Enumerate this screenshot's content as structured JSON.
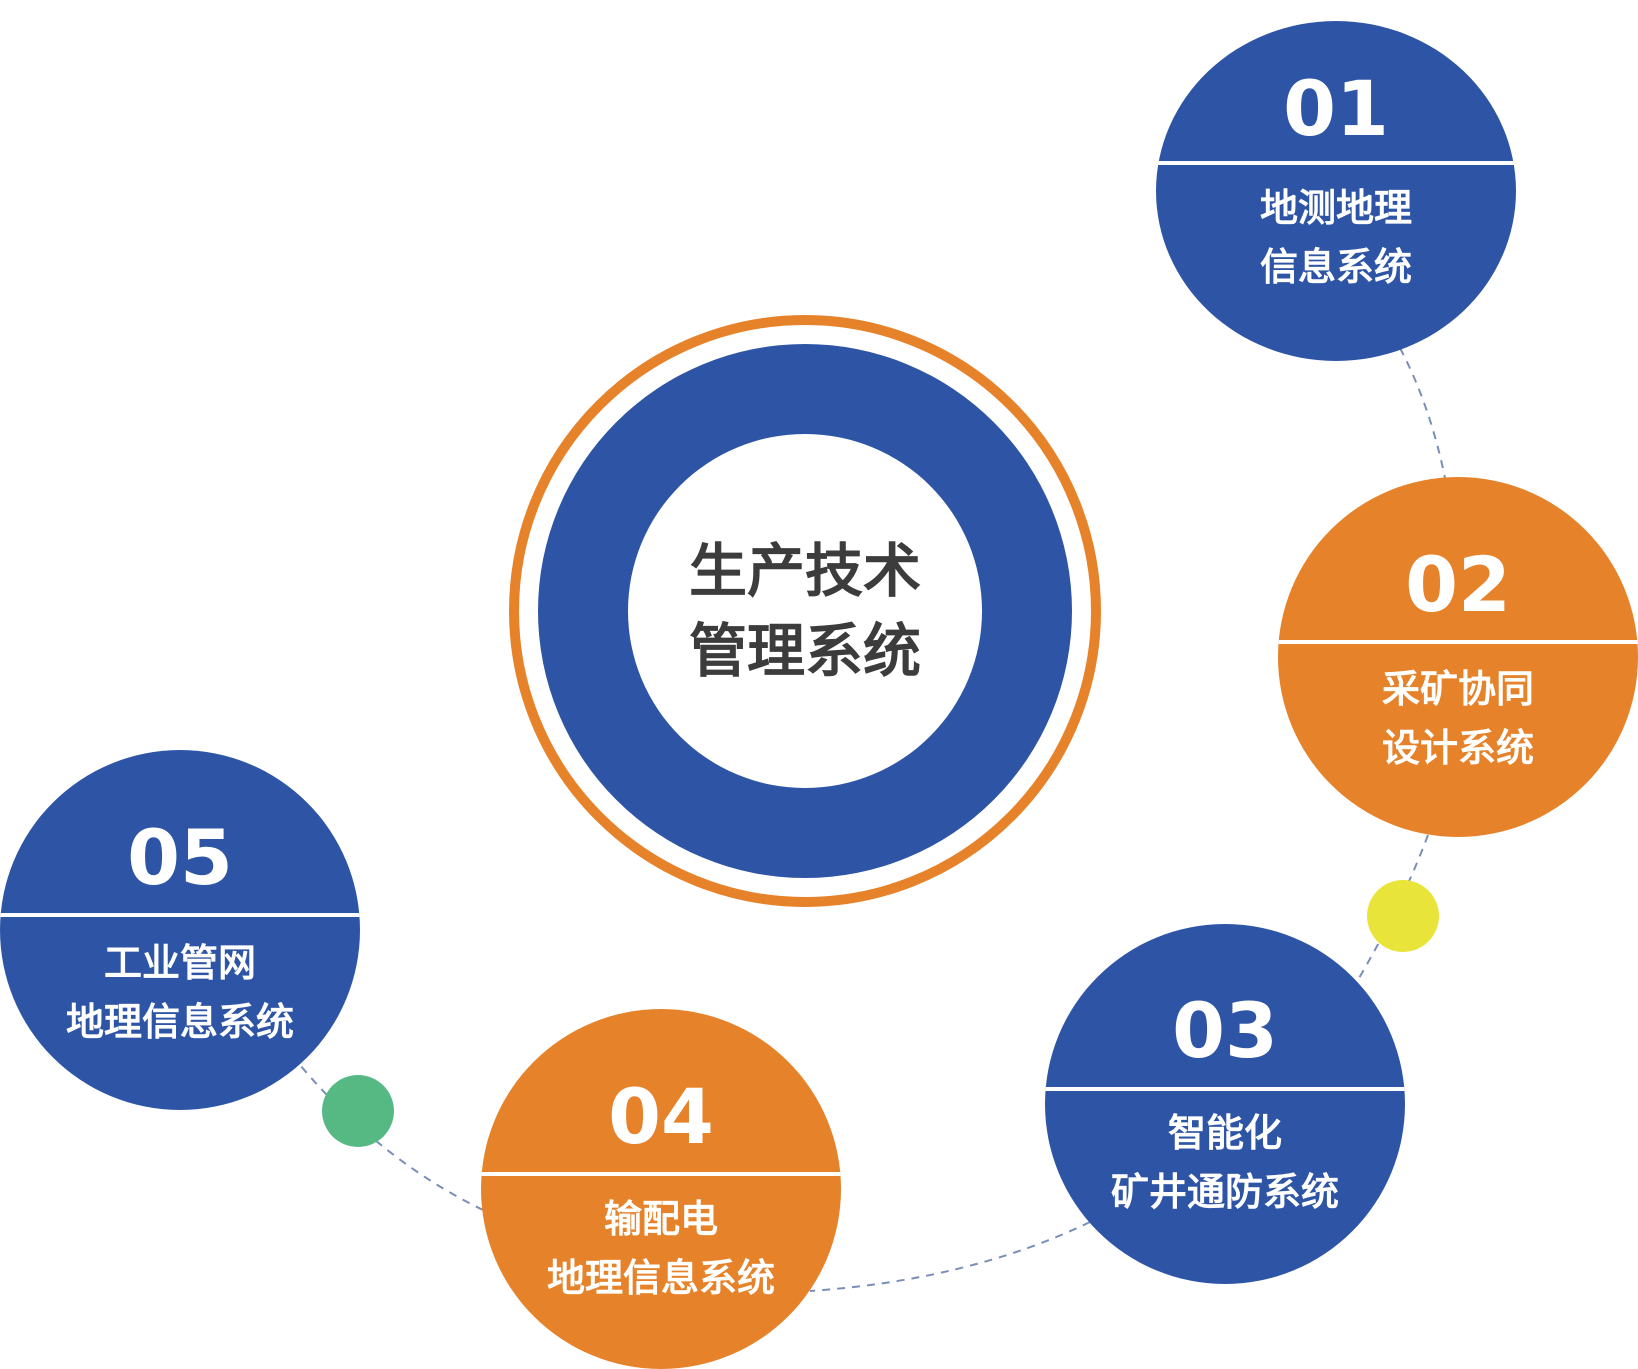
{
  "center": {
    "line1": "生产技术",
    "line2": "管理系统"
  },
  "nodes": [
    {
      "number": "01",
      "line1": "地测地理",
      "line2": "信息系统"
    },
    {
      "number": "02",
      "line1": "采矿协同",
      "line2": "设计系统"
    },
    {
      "number": "03",
      "line1": "智能化",
      "line2": "矿井通防系统"
    },
    {
      "number": "04",
      "line1": "输配电",
      "line2": "地理信息系统"
    },
    {
      "number": "05",
      "line1": "工业管网",
      "line2": "地理信息系统"
    }
  ],
  "colors": {
    "blue": "#2e55a5",
    "orange": "#e6822a",
    "yellow_dot": "#e8e43a",
    "green_dot": "#56b984",
    "connector": "#7a8fb8",
    "center_text": "#3c3c3c"
  }
}
